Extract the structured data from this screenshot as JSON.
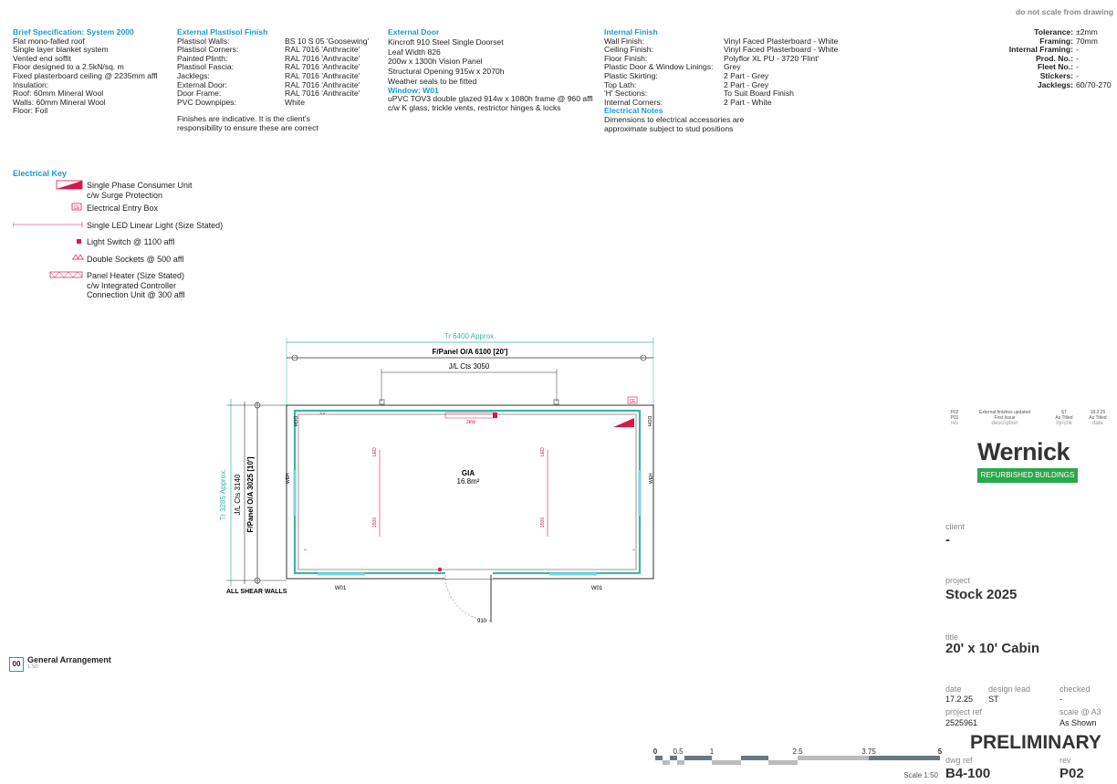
{
  "header": {
    "note": "do not scale from drawing"
  },
  "spec": {
    "title": "Brief Specification: System 2000",
    "lines": [
      "Flat mono-falled roof",
      "Single layer blanket system",
      "Vented end soffit",
      "Floor designed to a 2.5kN/sq. m",
      "Fixed plasterboard ceiling @ 2235mm affl",
      "Insulation:",
      "Roof: 60mm Mineral Wool",
      "Walls: 60mm Mineral Wool",
      "Floor: Foil"
    ]
  },
  "finish": {
    "title": "External Plastisol Finish",
    "rows": [
      {
        "label": "Plastisol Walls:",
        "value": "BS 10 S 05 'Goosewing'"
      },
      {
        "label": "Plastisol Corners:",
        "value": "RAL 7016 'Anthracite'"
      },
      {
        "label": "Painted Plinth:",
        "value": "RAL 7016 'Anthracite'"
      },
      {
        "label": "Plastisol Fascia:",
        "value": "RAL 7016 'Anthracite'"
      },
      {
        "label": "Jacklegs:",
        "value": "RAL 7016 'Anthracite'"
      },
      {
        "label": "External Door:",
        "value": "RAL 7016 'Anthracite'"
      },
      {
        "label": "Door Frame:",
        "value": "RAL 7016 'Anthracite'"
      },
      {
        "label": "PVC Downpipes:",
        "value": "White"
      }
    ],
    "note": "Finishes are indicative. It is the client's responsibility to ensure these are correct"
  },
  "door": {
    "title": "External Door",
    "lines": [
      "Kincroft 910 Steel Single Doorset",
      "Leaf Width 826",
      "200w x 1300h Vision Panel",
      "Structural Opening 915w x 2070h",
      "Weather seals to be fitted"
    ],
    "window_title": "Window: W01",
    "window_text": "uPVC TOV3 double glazed 914w x 1080h frame @ 960 affl c/w K glass, trickle vents, restrictor hinges & locks"
  },
  "internal": {
    "title": "Internal Finish",
    "rows": [
      {
        "label": "Wall Finish:",
        "value": "Vinyl Faced Plasterboard - White"
      },
      {
        "label": "Ceiling Finish:",
        "value": "Vinyl Faced Plasterboard - White"
      },
      {
        "label": "Floor Finish:",
        "value": "Polyflor XL PU - 3720 'Flint'"
      },
      {
        "label": "Plastic Door & Window Linings:",
        "value": "Grey"
      },
      {
        "label": "Plastic Skirting:",
        "value": "2 Part - Grey"
      },
      {
        "label": "Top Lath:",
        "value": "2 Part - Grey"
      },
      {
        "label": "'H' Sections:",
        "value": "To Suit Board Finish"
      },
      {
        "label": "Internal Corners:",
        "value": "2 Part - White"
      }
    ],
    "elec_title": "Electrical Notes",
    "elec_text": "Dimensions to electrical accessories are approximate subject to stud positions"
  },
  "tolerances": [
    {
      "label": "Tolerance:",
      "value": "±2mm"
    },
    {
      "label": "Framing:",
      "value": "70mm"
    },
    {
      "label": "Internal Framing:",
      "value": "-"
    },
    {
      "label": "Prod. No.:",
      "value": "-"
    },
    {
      "label": "Fleet No.:",
      "value": "-"
    },
    {
      "label": "Stickers:",
      "value": "-"
    },
    {
      "label": "Jacklegs:",
      "value": "60/70-270"
    }
  ],
  "key": {
    "title": "Electrical Key",
    "items": [
      {
        "label": "Single Phase Consumer Unit",
        "sub": "c/w Surge Protection"
      },
      {
        "label": "Electrical Entry Box"
      },
      {
        "label": "Single LED Linear Light (Size Stated)"
      },
      {
        "label": "Light Switch @ 1100 affl"
      },
      {
        "label": "Double Sockets @ 500 affl"
      },
      {
        "label": "Panel Heater (Size Stated)",
        "sub": "c/w Integrated Controller",
        "sub2": "Connection Unit @ 300 affl"
      }
    ]
  },
  "plan": {
    "dim_top_overall": "Tr 6400 Approx.",
    "dim_panel": "F/Panel O/A 6100 [20']",
    "dim_jl": "J/L Cts 3050",
    "dim_side_overall": "Tr 3285 Approx.",
    "dim_side_jl": "J/L Cts 3140",
    "dim_side_panel": "F/Panel O/A 3025 [10']",
    "gia": "GIA",
    "area": "16.8m²",
    "heater": "2kW",
    "led": "LED",
    "led_len": "1500",
    "window": "W01",
    "door_width": "910",
    "shear": "ALL SHEAR WALLS",
    "ce": "CE",
    "wh": "WEH",
    "do": "DOH"
  },
  "view": {
    "num": "00",
    "title": "General Arrangement",
    "scale": "1:50"
  },
  "revisions": [
    {
      "rev": "P02",
      "desc": "External finishes updated",
      "by": "ST",
      "date": "18.2.25"
    },
    {
      "rev": "P01",
      "desc": "First Issue",
      "by": "As Titled",
      "date": "As Titled"
    }
  ],
  "rev_headers": {
    "rev": "rev",
    "desc": "description",
    "by": "by/chk",
    "date": "date"
  },
  "logo": {
    "name": "Wernick",
    "tag": "REFURBISHED BUILDINGS",
    "brand_color": "#2aa84a"
  },
  "titleblock": {
    "client_label": "client",
    "client": "-",
    "project_label": "project",
    "project": "Stock 2025",
    "title_label": "title",
    "title": "20' x 10' Cabin",
    "date_label": "date",
    "date": "17.2.25",
    "lead_label": "design lead",
    "lead": "ST",
    "checked_label": "checked",
    "checked": "-",
    "ref_label": "project ref",
    "ref": "2525961",
    "scale_label": "scale @ A3",
    "scale": "As Shown",
    "status": "PRELIMINARY",
    "dwg_label": "dwg ref",
    "dwg": "B4-100",
    "rev_label": "rev",
    "rev": "P02"
  },
  "scalebar": {
    "ticks": [
      "0",
      "0.5",
      "1",
      "2.5",
      "3.75",
      "5"
    ],
    "label": "Scale 1:50"
  },
  "colors": {
    "accent": "#1a9ad6",
    "wall": "#3ab5a8",
    "elec": "#d8184a"
  }
}
